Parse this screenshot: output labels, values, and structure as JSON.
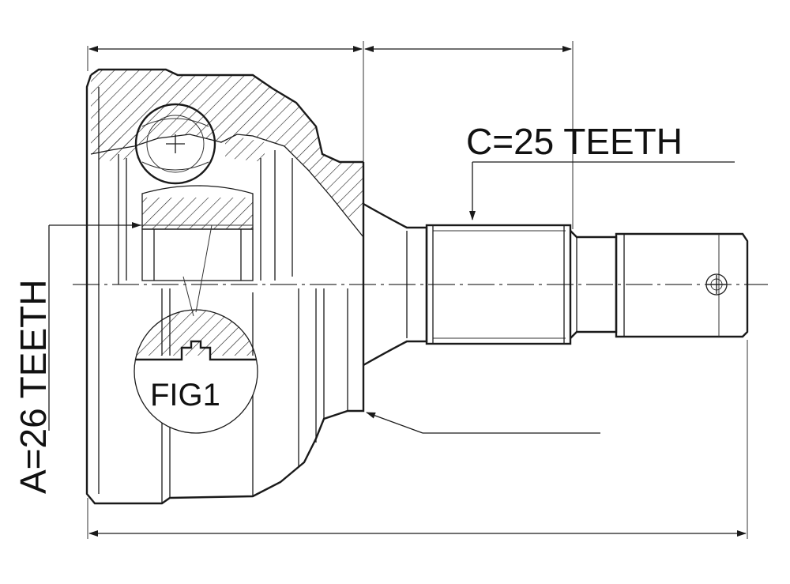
{
  "drawing": {
    "label_a": "A=26 TEETH",
    "label_c": "C=25 TEETH",
    "label_fig": "FIG1"
  },
  "colors": {
    "line": "#1a1a1a",
    "background": "#ffffff"
  }
}
